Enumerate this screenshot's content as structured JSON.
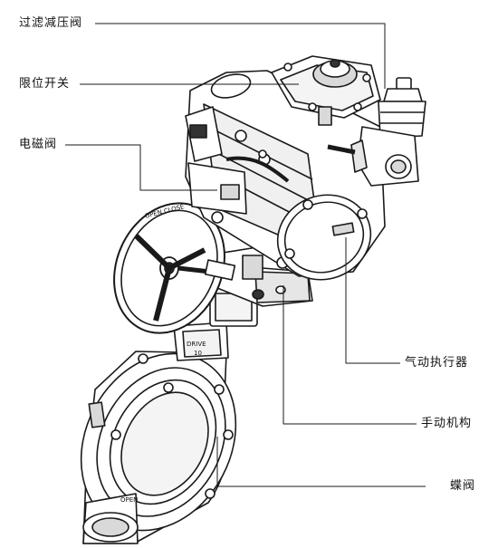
{
  "labels": {
    "filter_reducer": "过滤减压阀",
    "limit_switch": "限位开关",
    "solenoid_valve": "电磁阀",
    "pneumatic_actuator": "气动执行器",
    "manual_mechanism": "手动机构",
    "butterfly_valve": "蝶阀"
  },
  "markings": {
    "wheel_text": "OPEN  CLOSE",
    "neck_text": "DRIVE",
    "neck_number": "10",
    "flange_text": "OPEN"
  },
  "colors": {
    "line": "#1a1a1a",
    "fill": "#ffffff",
    "shade": "#d9d9d9",
    "dark": "#333333"
  }
}
